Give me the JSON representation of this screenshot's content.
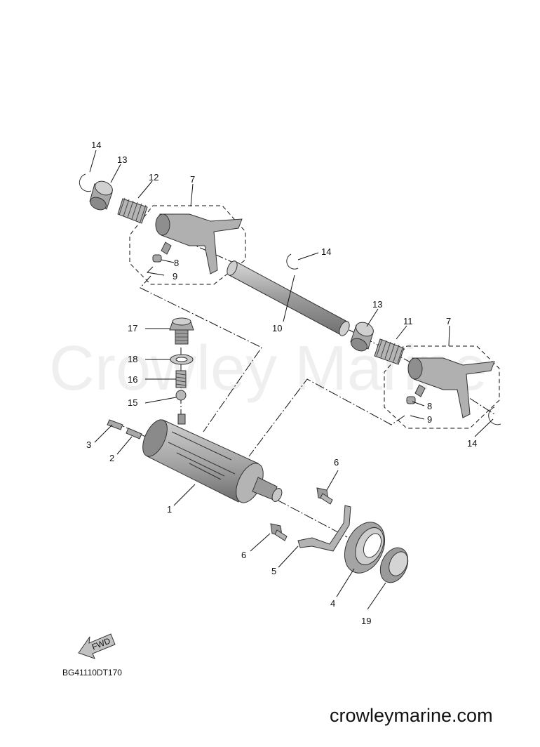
{
  "diagram": {
    "code": "BG41110DT170",
    "watermark": "Crowley Marine",
    "footer_site": "crowleymarine.com",
    "fwd_label": "FWD",
    "callouts": {
      "c14a": "14",
      "c13a": "13",
      "c12": "12",
      "c7a": "7",
      "c8a": "8",
      "c9a": "9",
      "c14b": "14",
      "c10": "10",
      "c13b": "13",
      "c11": "11",
      "c7b": "7",
      "c8b": "8",
      "c9b": "9",
      "c14c": "14",
      "c17": "17",
      "c18": "18",
      "c16": "16",
      "c15": "15",
      "c3": "3",
      "c2": "2",
      "c1": "1",
      "c6a": "6",
      "c6b": "6",
      "c5": "5",
      "c4": "4",
      "c19": "19"
    }
  },
  "colors": {
    "part_fill": "#b5b5b5",
    "part_dark": "#7e7e7e",
    "part_light": "#d6d6d6",
    "line": "#111111"
  }
}
